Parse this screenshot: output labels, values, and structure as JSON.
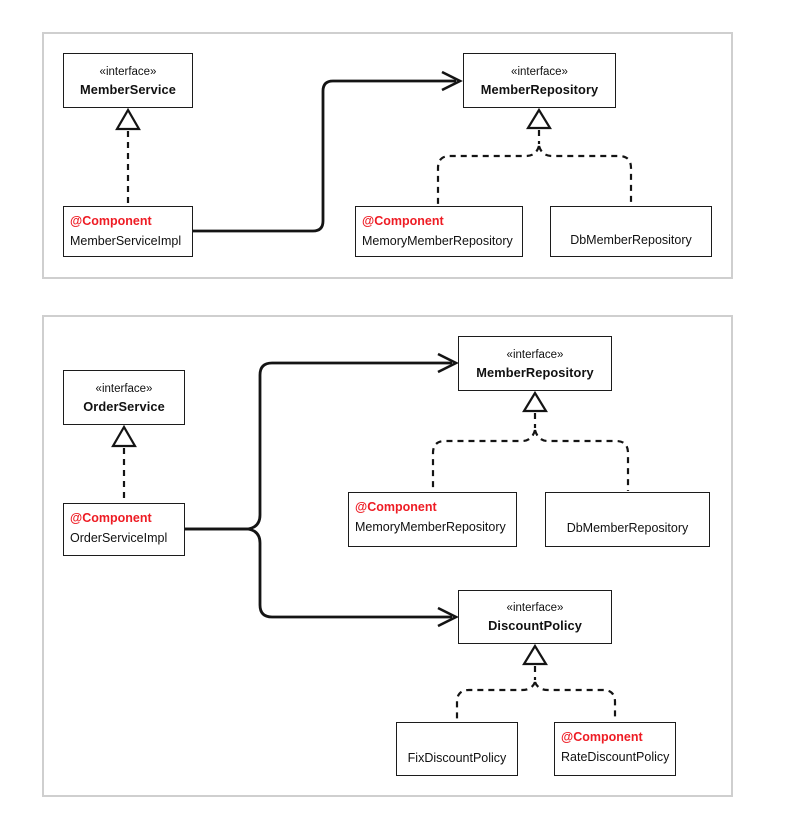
{
  "colors": {
    "component_red": "#ee1c24",
    "line_black": "#141414",
    "panel_border": "#cfcfcf",
    "node_background": "#ffffff"
  },
  "diagram1": {
    "member_service": {
      "stereotype": "«interface»",
      "name": "MemberService"
    },
    "member_repository": {
      "stereotype": "«interface»",
      "name": "MemberRepository"
    },
    "member_service_impl": {
      "annotation": "@Component",
      "name": "MemberServiceImpl"
    },
    "memory_member_repository": {
      "annotation": "@Component",
      "name": "MemoryMemberRepository"
    },
    "db_member_repository": {
      "name": "DbMemberRepository"
    }
  },
  "diagram2": {
    "order_service": {
      "stereotype": "«interface»",
      "name": "OrderService"
    },
    "order_service_impl": {
      "annotation": "@Component",
      "name": "OrderServiceImpl"
    },
    "member_repository": {
      "stereotype": "«interface»",
      "name": "MemberRepository"
    },
    "memory_member_repository": {
      "annotation": "@Component",
      "name": "MemoryMemberRepository"
    },
    "db_member_repository": {
      "name": "DbMemberRepository"
    },
    "discount_policy": {
      "stereotype": "«interface»",
      "name": "DiscountPolicy"
    },
    "fix_discount_policy": {
      "name": "FixDiscountPolicy"
    },
    "rate_discount_policy": {
      "annotation": "@Component",
      "name": "RateDiscountPolicy"
    }
  }
}
